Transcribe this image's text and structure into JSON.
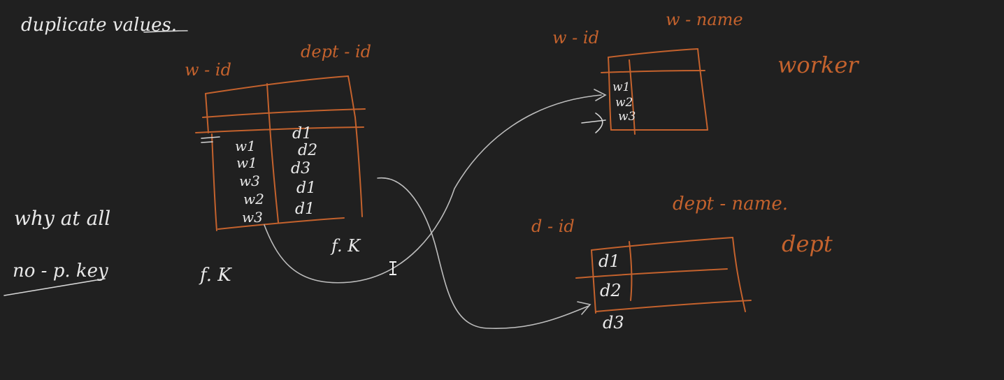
{
  "colors": {
    "background": "#202020",
    "chalk_white": "#e9e9e9",
    "chalk_orange": "#c4622d",
    "connector": "#bdbdbd"
  },
  "notes": {
    "duplicate_values": "duplicate values.",
    "why_at_all": "why at all",
    "no_p_key": "no - p. key",
    "fk_left": "f. K",
    "fk_mid": "f. K"
  },
  "junction_table": {
    "col1_header": "w - id",
    "col2_header": "dept - id",
    "rows": [
      [
        "w1",
        "d1"
      ],
      [
        "w1",
        "d2"
      ],
      [
        "w3",
        "d3"
      ],
      [
        "w2",
        "d1"
      ],
      [
        "w3",
        "d1"
      ]
    ]
  },
  "worker_table": {
    "name": "worker",
    "col1_header": "w - id",
    "col2_header": "w - name",
    "rows": [
      "w1",
      "w2",
      "w3"
    ]
  },
  "dept_table": {
    "name": "dept",
    "col1_header": "d - id",
    "col2_header": "dept - name.",
    "rows": [
      "d1",
      "d2",
      "d3"
    ]
  },
  "cursor_icon": "text-cursor-icon"
}
